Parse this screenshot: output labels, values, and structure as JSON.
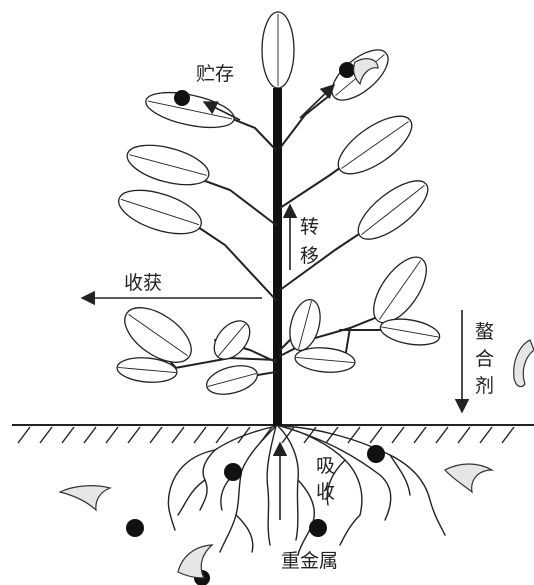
{
  "labels": {
    "storage": "贮存",
    "transport_1": "转",
    "transport_2": "移",
    "harvest": "收获",
    "chelator_1": "螯",
    "chelator_2": "合",
    "chelator_3": "剂",
    "absorb_1": "吸",
    "absorb_2": "收",
    "heavy_metal": "重金属"
  },
  "colors": {
    "line": "#222222",
    "chelator_fill": "#e6e6e6",
    "metal": "#111111"
  }
}
